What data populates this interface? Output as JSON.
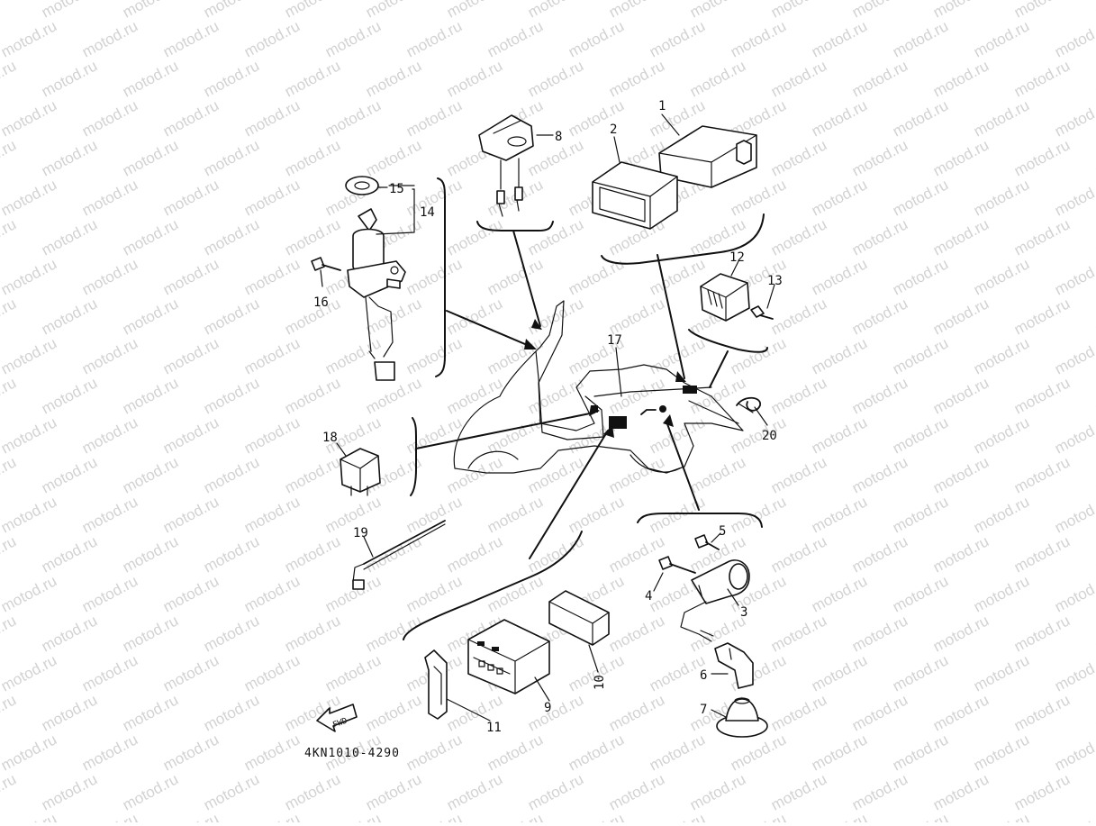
{
  "watermark": {
    "text": "motod.ru",
    "color": "#d2d2d2"
  },
  "diagram": {
    "code": "4KN1010-4290",
    "fwd_label": "FWD",
    "callouts": {
      "c1": "1",
      "c2": "2",
      "c3": "3",
      "c4": "4",
      "c5": "5",
      "c6": "6",
      "c7": "7",
      "c8": "8",
      "c9": "9",
      "c10": "10",
      "c11": "11",
      "c12": "12",
      "c13": "13",
      "c14": "14",
      "c15": "15",
      "c16": "16",
      "c17": "17",
      "c18": "18",
      "c19": "19",
      "c20": "20"
    }
  }
}
